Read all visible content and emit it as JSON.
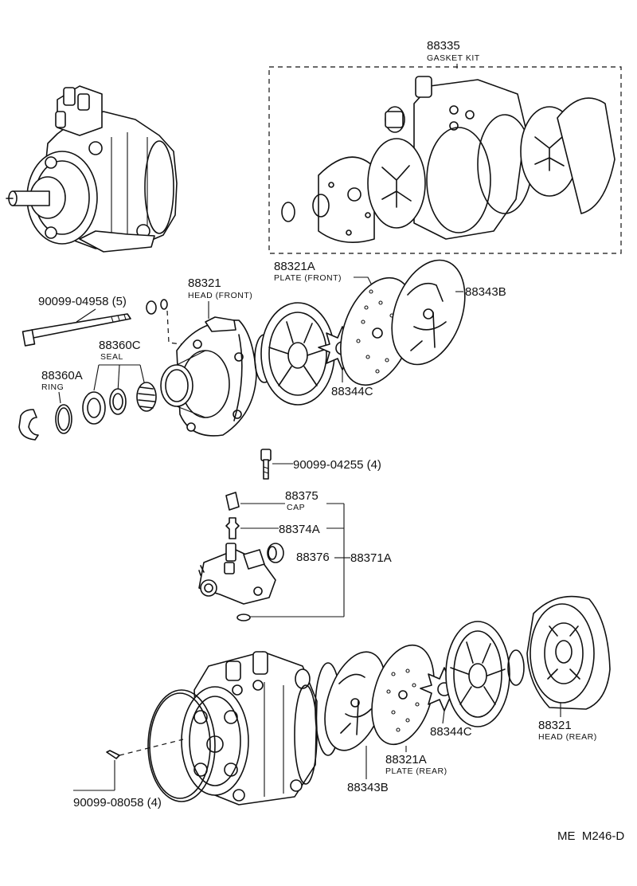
{
  "gasket_kit": {
    "part_no": "88335",
    "caption": "GASKET KIT"
  },
  "head_front": {
    "part_no": "88321",
    "caption": "HEAD (FRONT)"
  },
  "plate_front": {
    "part_no": "88321A",
    "caption": "PLATE (FRONT)"
  },
  "valve_front": {
    "part_no": "88343B"
  },
  "bolt_long": {
    "part_no": "90099-04958 (5)"
  },
  "seal": {
    "part_no": "88360C",
    "caption": "SEAL"
  },
  "ring": {
    "part_no": "88360A",
    "caption": "RING"
  },
  "reed_front": {
    "part_no": "88344C"
  },
  "bolt_short": {
    "part_no": "90099-04255 (4)"
  },
  "cap": {
    "part_no": "88375",
    "caption": "CAP"
  },
  "valve_core": {
    "part_no": "88374A"
  },
  "plug": {
    "part_no": "88376"
  },
  "service_valve": {
    "part_no": "88371A"
  },
  "reed_rear": {
    "part_no": "88344C"
  },
  "head_rear": {
    "part_no": "88321",
    "caption": "HEAD (REAR)"
  },
  "plate_rear": {
    "part_no": "88321A",
    "caption": "PLATE (REAR)"
  },
  "valve_rear": {
    "part_no": "88343B"
  },
  "pin": {
    "part_no": "90099-08058 (4)"
  },
  "diagram_code": "ME  M246-D"
}
